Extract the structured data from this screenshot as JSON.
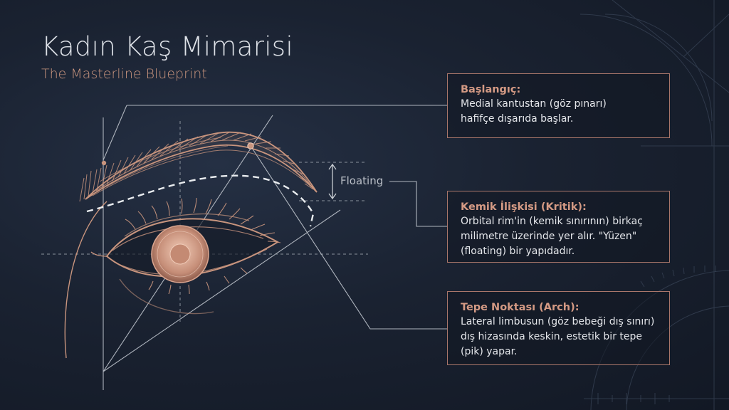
{
  "title": "Kadın Kaş Mimarisi",
  "subtitle": "The Masterline Blueprint",
  "diagram": {
    "floating_label": "Floating"
  },
  "boxes": [
    {
      "title": "Başlangıç:",
      "lines": [
        "Medial kantustan (göz pınarı)",
        "hafifçe dışarıda başlar."
      ]
    },
    {
      "title": "Kemik İlişkisi (Kritik):",
      "lines": [
        "Orbital rim'in (kemik sınırının) birkaç",
        "milimetre üzerinde yer alır. \"Yüzen\"",
        "(floating) bir yapıdadır."
      ]
    },
    {
      "title": "Tepe Noktası (Arch):",
      "lines": [
        "Lateral limbusun (göz bebeği dış sınırı)",
        "dış hizasında keskin, estetik bir tepe",
        "(pik) yapar."
      ]
    }
  ],
  "colors": {
    "background": "#1a2231",
    "accent": "#c9957e",
    "line": "#b9bec6",
    "text": "#e4e6ea"
  }
}
